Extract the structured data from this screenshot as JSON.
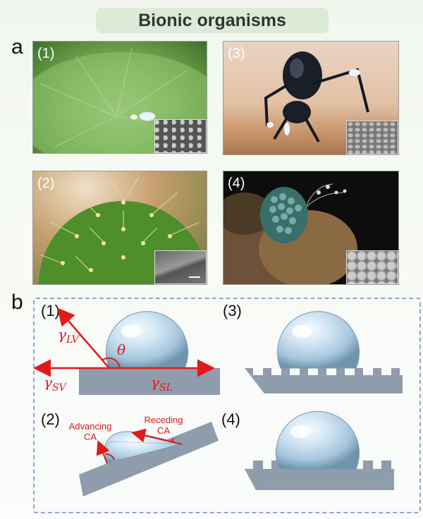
{
  "header": {
    "title": "Bionic organisms"
  },
  "panels": {
    "a": "a",
    "b": "b"
  },
  "photos": {
    "p1": "(1)",
    "p2": "(2)",
    "p3": "(3)",
    "p4": "(4)"
  },
  "diagrams": {
    "d1": "(1)",
    "d2": "(2)",
    "d3": "(3)",
    "d4": "(4)",
    "gamma_lv": "LV",
    "gamma_sv": "SV",
    "gamma_sl": "SL",
    "gamma_symbol": "γ",
    "theta": "θ",
    "advancing_line1": "Advancing",
    "advancing_line2": "CA",
    "receding_line1": "Receding",
    "receding_line2": "CA"
  },
  "colors": {
    "annotation_red": "#e0191a",
    "substrate": "#8e9cab",
    "title_bg": "#dcebd8"
  }
}
